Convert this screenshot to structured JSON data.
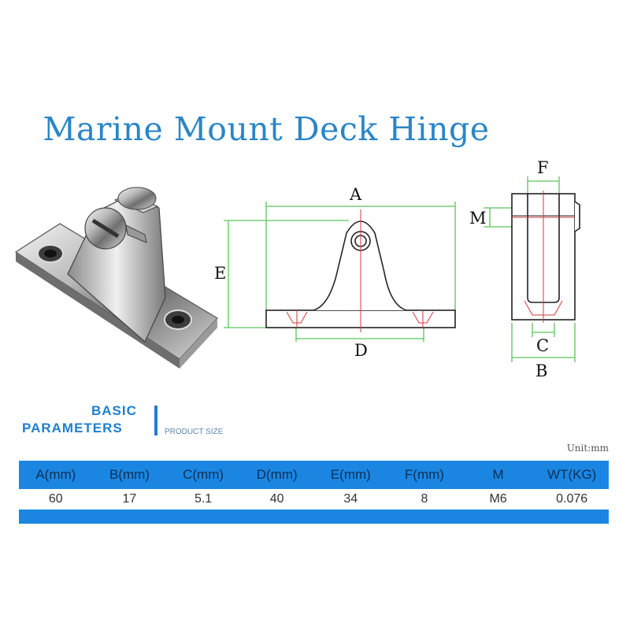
{
  "title": "Marine Mount Deck Hinge",
  "diagram": {
    "front_labels": {
      "A": "A",
      "D": "D",
      "E": "E"
    },
    "side_labels": {
      "F": "F",
      "M": "M",
      "C": "C",
      "B": "B"
    }
  },
  "section": {
    "basic": "BASIC",
    "parameters": "PARAMETERS",
    "product_size": "PRODUCT SIZE"
  },
  "unit": "Unit:mm",
  "table": {
    "headers": [
      "A(mm)",
      "B(mm)",
      "C(mm)",
      "D(mm)",
      "E(mm)",
      "F(mm)",
      "M",
      "WT(KG)"
    ],
    "rows": [
      [
        "60",
        "17",
        "5.1",
        "40",
        "34",
        "8",
        "M6",
        "0.076"
      ]
    ]
  },
  "colors": {
    "title": "#2a86c6",
    "table_bar": "#1b86e2",
    "dimension_line": "#5cc45c",
    "center_line": "#d43a3a"
  }
}
